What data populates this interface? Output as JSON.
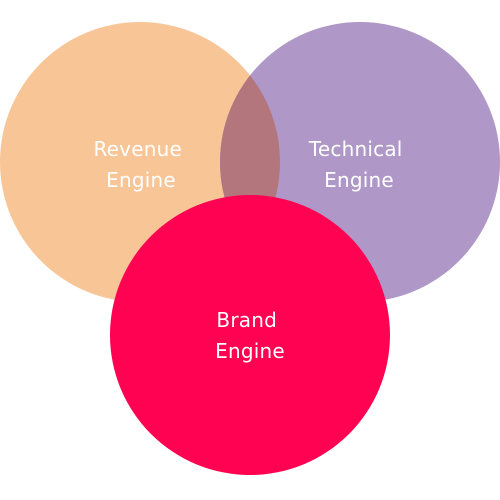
{
  "diagram": {
    "circles": [
      {
        "id": "revenue",
        "label_lines": [
          "Revenue",
          "Engine"
        ],
        "color": "#F8C596"
      },
      {
        "id": "technical",
        "label_lines": [
          "Technical",
          "Engine"
        ],
        "color": "#AF97C7"
      },
      {
        "id": "brand",
        "label_lines": [
          "Brand",
          "Engine"
        ],
        "color": "#FF0252"
      }
    ],
    "overlap_revenue_technical_color": "#B3767D"
  }
}
